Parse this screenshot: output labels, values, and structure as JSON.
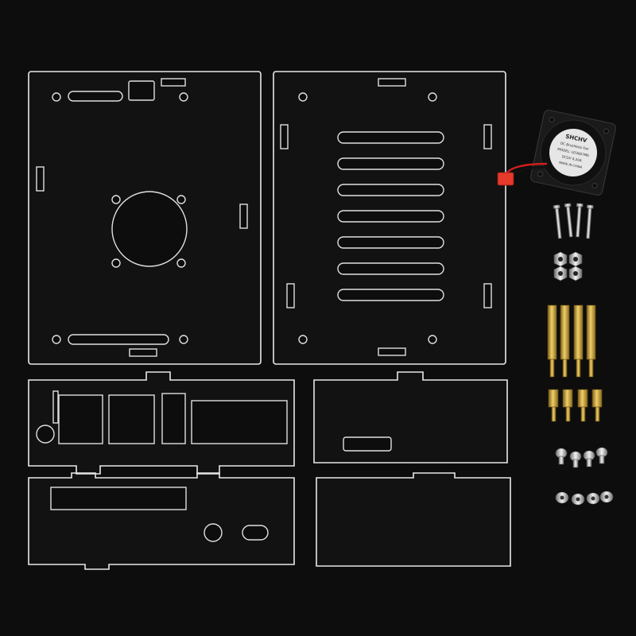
{
  "fan": {
    "brand": "SHCHV",
    "line1": "DC Brushless Fan",
    "line2": "MODEL: LD3007MS",
    "line3": "DC5V 0.20A",
    "line4": "MADE IN CHINA"
  },
  "colors": {
    "background": "#0d0d0d",
    "acrylic_edge": "#e8e8e8",
    "brass": "#c9a23a",
    "steel": "#c8c8c8",
    "fan_body": "#1a1a1a",
    "fan_label": "#e6e6e6",
    "wire_red": "#d21f1f",
    "connector": "#e63a2a"
  }
}
